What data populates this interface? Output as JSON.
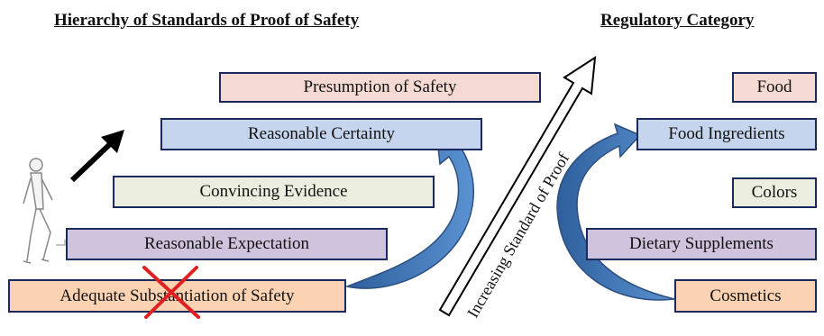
{
  "titles": {
    "hierarchy": "Hierarchy of Standards of Proof of Safety",
    "regulatory": "Regulatory Category"
  },
  "standards": [
    {
      "label": "Presumption of Safety",
      "color": "#f5d9d3"
    },
    {
      "label": "Reasonable Certainty",
      "color": "#c5d5ee"
    },
    {
      "label": "Convincing Evidence",
      "color": "#ebeedf"
    },
    {
      "label": "Reasonable Expectation",
      "color": "#cfc3dd"
    },
    {
      "label": "Adequate Substantiation of Safety",
      "color": "#fbd3b3"
    }
  ],
  "categories": [
    {
      "label": "Food",
      "color": "#f5d9d3"
    },
    {
      "label": "Food Ingredients",
      "color": "#c5d5ee"
    },
    {
      "label": "Colors",
      "color": "#ebeedf"
    },
    {
      "label": "Dietary Supplements",
      "color": "#cfc3dd"
    },
    {
      "label": "Cosmetics",
      "color": "#fbd3b3"
    }
  ],
  "center_arrow": {
    "label": "Increasing Standard of Proof"
  },
  "colors": {
    "curved_arrow": "#4a7fbf",
    "cross": "#e02020",
    "border": "#1a2a5c"
  }
}
